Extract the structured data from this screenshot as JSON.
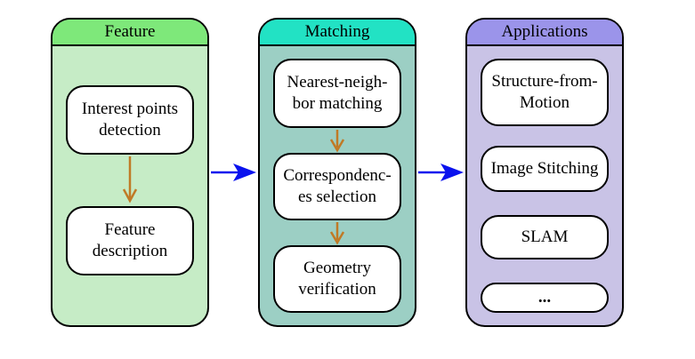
{
  "panels": [
    {
      "title": "Feature",
      "header_color": "#7ee87a",
      "body_color": "#c6ecc6",
      "nodes": [
        "Interest points\ndetection",
        "Feature\ndescription"
      ]
    },
    {
      "title": "Matching",
      "header_color": "#22e2c4",
      "body_color": "#9ccfc4",
      "nodes": [
        "Nearest-neigh-\nbor matching",
        "Correspondenc-\nes selection",
        "Geometry\nverification"
      ]
    },
    {
      "title": "Applications",
      "header_color": "#9b94ea",
      "body_color": "#c9c3e6",
      "nodes": [
        "Structure-from-\nMotion",
        "Image Stitching",
        "SLAM",
        "..."
      ]
    }
  ],
  "colors": {
    "flow_arrow": "#0a12ee",
    "inner_arrow": "#c07a26"
  }
}
